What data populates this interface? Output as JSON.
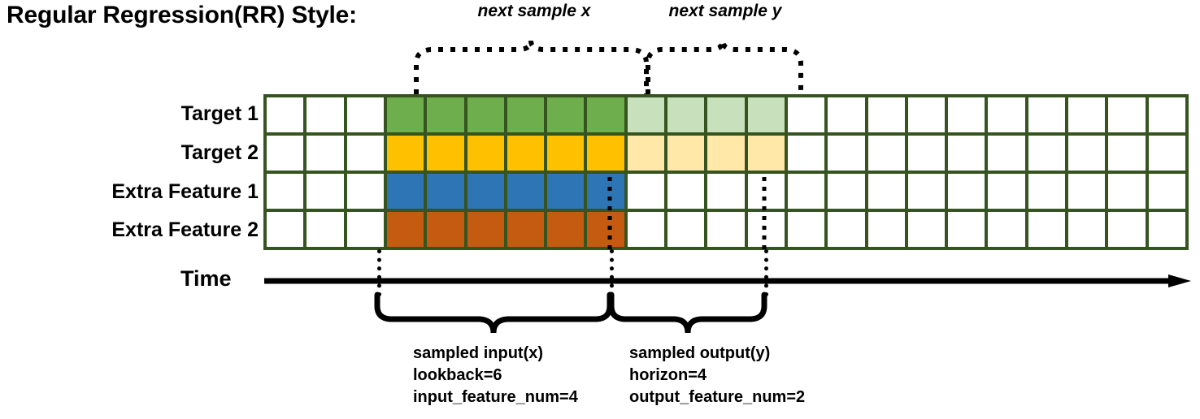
{
  "title": "Regular Regression(RR) Style:",
  "top_braces": [
    {
      "id": "next-sample-x",
      "label": "next sample x"
    },
    {
      "id": "next-sample-y",
      "label": "next sample y"
    }
  ],
  "rows": [
    {
      "label": "Target 1",
      "color": "#6FAE4D",
      "faded_color": "#C9E0BC",
      "blank_before": 3,
      "solid": 6,
      "faded": 4,
      "blank_after": 10
    },
    {
      "label": "Target 2",
      "color": "#FFC000",
      "faded_color": "#FFE8A8",
      "blank_before": 3,
      "solid": 6,
      "faded": 4,
      "blank_after": 10
    },
    {
      "label": "Extra Feature 1",
      "color": "#2E75B6",
      "faded_color": "#FFFFFF",
      "blank_before": 3,
      "solid": 6,
      "faded": 0,
      "blank_after": 14
    },
    {
      "label": "Extra Feature 2",
      "color": "#C55A11",
      "faded_color": "#FFFFFF",
      "blank_before": 3,
      "solid": 6,
      "faded": 0,
      "blank_after": 14
    }
  ],
  "grid": {
    "columns": 23,
    "row_count": 4,
    "border_color": "#36541F",
    "empty_cell_color": "#FFFFFF"
  },
  "axis": {
    "label": "Time",
    "direction": "right"
  },
  "bottom_braces": [
    {
      "id": "sampled-input",
      "lines": [
        "sampled input(x)",
        "lookback=6",
        "input_feature_num=4"
      ]
    },
    {
      "id": "sampled-output",
      "lines": [
        "sampled output(y)",
        "horizon=4",
        "output_feature_num=2"
      ]
    }
  ],
  "colors": {
    "green": "#6FAE4D",
    "green_light": "#C9E0BC",
    "gold": "#FFC000",
    "gold_light": "#FFE8A8",
    "blue": "#2E75B6",
    "orange": "#C55A11",
    "grid_border": "#36541F",
    "ink": "#000000"
  }
}
